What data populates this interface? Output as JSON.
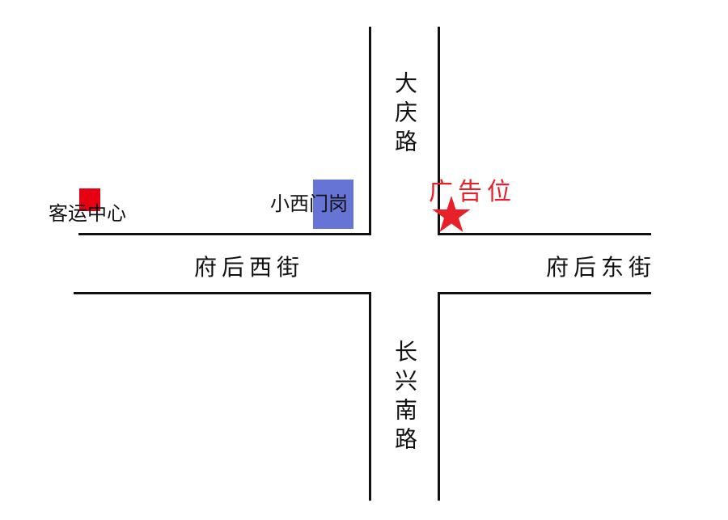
{
  "roads": {
    "north": "大庆路",
    "south": "长兴南路",
    "west": "府后西街",
    "east": "府后东街"
  },
  "places": {
    "bus_center": "客运中心",
    "west_gate": "小西门岗",
    "ad_spot": "广告位"
  },
  "colors": {
    "road": "#111111",
    "bus_center_marker": "#e60012",
    "west_gate_marker": "#6674d6",
    "ad_spot": "#e6212a"
  }
}
